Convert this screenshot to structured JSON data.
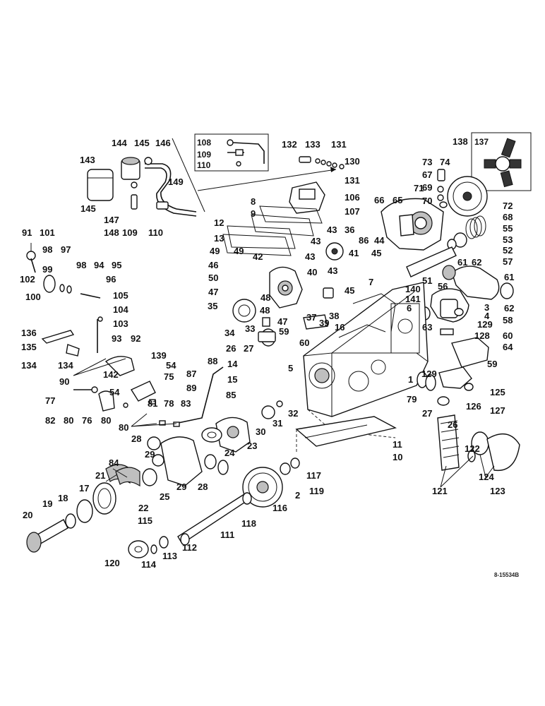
{
  "reference_code": "8-15534B",
  "inset_box_labels": [
    "108",
    "109",
    "110",
    "137"
  ],
  "callouts": [
    {
      "id": "143"
    },
    {
      "id": "144"
    },
    {
      "id": "145"
    },
    {
      "id": "146"
    },
    {
      "id": "145"
    },
    {
      "id": "147"
    },
    {
      "id": "148"
    },
    {
      "id": "109"
    },
    {
      "id": "110"
    },
    {
      "id": "149"
    },
    {
      "id": "108"
    },
    {
      "id": "109"
    },
    {
      "id": "110"
    },
    {
      "id": "132"
    },
    {
      "id": "133"
    },
    {
      "id": "131"
    },
    {
      "id": "130"
    },
    {
      "id": "131"
    },
    {
      "id": "138"
    },
    {
      "id": "137"
    },
    {
      "id": "73"
    },
    {
      "id": "74"
    },
    {
      "id": "67"
    },
    {
      "id": "71"
    },
    {
      "id": "69"
    },
    {
      "id": "70"
    },
    {
      "id": "72"
    },
    {
      "id": "68"
    },
    {
      "id": "66"
    },
    {
      "id": "65"
    },
    {
      "id": "55"
    },
    {
      "id": "53"
    },
    {
      "id": "52"
    },
    {
      "id": "57"
    },
    {
      "id": "61"
    },
    {
      "id": "62"
    },
    {
      "id": "51"
    },
    {
      "id": "61"
    },
    {
      "id": "56"
    },
    {
      "id": "62"
    },
    {
      "id": "3"
    },
    {
      "id": "4"
    },
    {
      "id": "58"
    },
    {
      "id": "106"
    },
    {
      "id": "107"
    },
    {
      "id": "8"
    },
    {
      "id": "9"
    },
    {
      "id": "12"
    },
    {
      "id": "13"
    },
    {
      "id": "43"
    },
    {
      "id": "43"
    },
    {
      "id": "36"
    },
    {
      "id": "49"
    },
    {
      "id": "49"
    },
    {
      "id": "42"
    },
    {
      "id": "43"
    },
    {
      "id": "86"
    },
    {
      "id": "44"
    },
    {
      "id": "45"
    },
    {
      "id": "41"
    },
    {
      "id": "46"
    },
    {
      "id": "43"
    },
    {
      "id": "50"
    },
    {
      "id": "40"
    },
    {
      "id": "45"
    },
    {
      "id": "47"
    },
    {
      "id": "48"
    },
    {
      "id": "47"
    },
    {
      "id": "48"
    },
    {
      "id": "35"
    },
    {
      "id": "34"
    },
    {
      "id": "33"
    },
    {
      "id": "37"
    },
    {
      "id": "38"
    },
    {
      "id": "39"
    },
    {
      "id": "16"
    },
    {
      "id": "59"
    },
    {
      "id": "26"
    },
    {
      "id": "27"
    },
    {
      "id": "60"
    },
    {
      "id": "7"
    },
    {
      "id": "140"
    },
    {
      "id": "141"
    },
    {
      "id": "6"
    },
    {
      "id": "63"
    },
    {
      "id": "129"
    },
    {
      "id": "128"
    },
    {
      "id": "60"
    },
    {
      "id": "64"
    },
    {
      "id": "59"
    },
    {
      "id": "129"
    },
    {
      "id": "125"
    },
    {
      "id": "91"
    },
    {
      "id": "101"
    },
    {
      "id": "98"
    },
    {
      "id": "97"
    },
    {
      "id": "99"
    },
    {
      "id": "98"
    },
    {
      "id": "94"
    },
    {
      "id": "95"
    },
    {
      "id": "96"
    },
    {
      "id": "102"
    },
    {
      "id": "105"
    },
    {
      "id": "100"
    },
    {
      "id": "104"
    },
    {
      "id": "136"
    },
    {
      "id": "103"
    },
    {
      "id": "135"
    },
    {
      "id": "93"
    },
    {
      "id": "92"
    },
    {
      "id": "134"
    },
    {
      "id": "134"
    },
    {
      "id": "90"
    },
    {
      "id": "139"
    },
    {
      "id": "54"
    },
    {
      "id": "75"
    },
    {
      "id": "142"
    },
    {
      "id": "54"
    },
    {
      "id": "77"
    },
    {
      "id": "82"
    },
    {
      "id": "80"
    },
    {
      "id": "76"
    },
    {
      "id": "80"
    },
    {
      "id": "81"
    },
    {
      "id": "78"
    },
    {
      "id": "83"
    },
    {
      "id": "80"
    },
    {
      "id": "88"
    },
    {
      "id": "87"
    },
    {
      "id": "89"
    },
    {
      "id": "14"
    },
    {
      "id": "15"
    },
    {
      "id": "85"
    },
    {
      "id": "5"
    },
    {
      "id": "1"
    },
    {
      "id": "32"
    },
    {
      "id": "79"
    },
    {
      "id": "27"
    },
    {
      "id": "126"
    },
    {
      "id": "127"
    },
    {
      "id": "26"
    },
    {
      "id": "11"
    },
    {
      "id": "10"
    },
    {
      "id": "28"
    },
    {
      "id": "30"
    },
    {
      "id": "31"
    },
    {
      "id": "29"
    },
    {
      "id": "24"
    },
    {
      "id": "23"
    },
    {
      "id": "84"
    },
    {
      "id": "21"
    },
    {
      "id": "22"
    },
    {
      "id": "25"
    },
    {
      "id": "29"
    },
    {
      "id": "28"
    },
    {
      "id": "117"
    },
    {
      "id": "2"
    },
    {
      "id": "119"
    },
    {
      "id": "17"
    },
    {
      "id": "18"
    },
    {
      "id": "19"
    },
    {
      "id": "20"
    },
    {
      "id": "116"
    },
    {
      "id": "118"
    },
    {
      "id": "115"
    },
    {
      "id": "111"
    },
    {
      "id": "112"
    },
    {
      "id": "113"
    },
    {
      "id": "114"
    },
    {
      "id": "120"
    },
    {
      "id": "122"
    },
    {
      "id": "124"
    },
    {
      "id": "121"
    },
    {
      "id": "123"
    }
  ]
}
